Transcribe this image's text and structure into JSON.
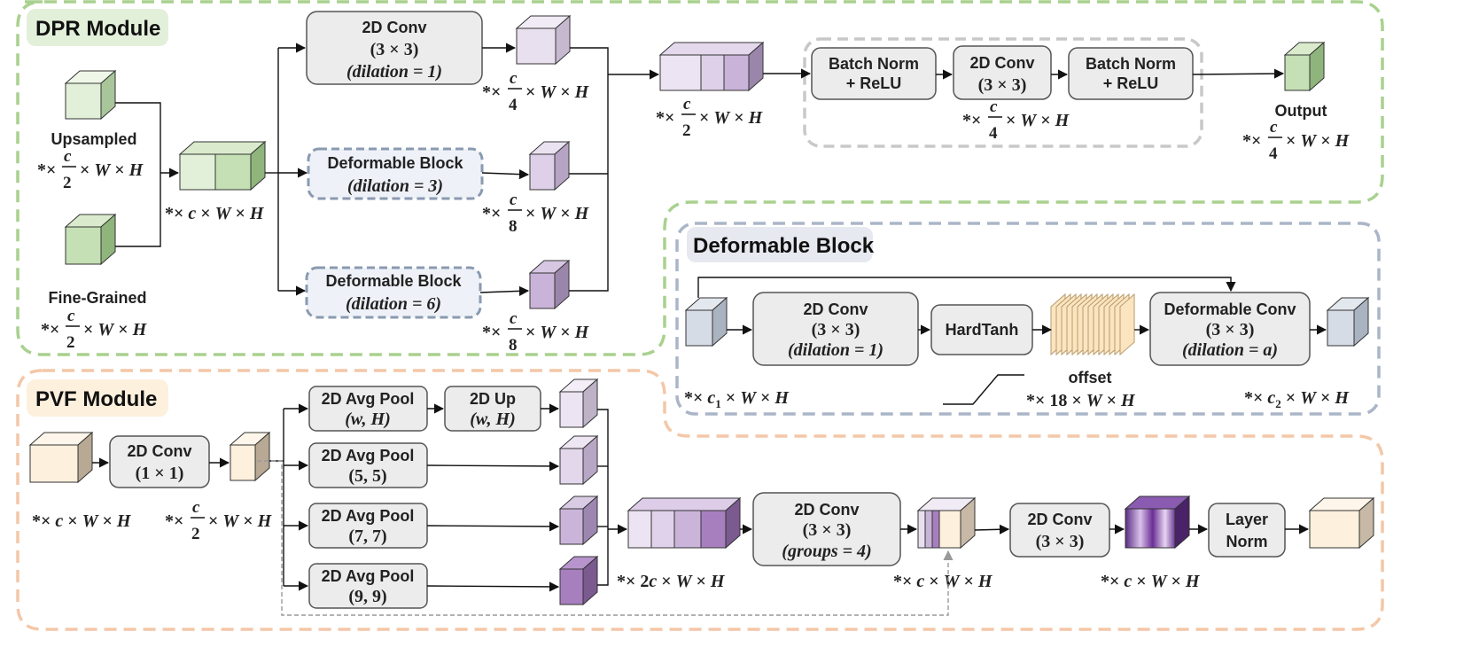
{
  "modules": {
    "dpr": "DPR Module",
    "pvf": "PVF Module",
    "deform": "Deformable Block"
  },
  "dpr": {
    "upsampled": "Upsampled",
    "fine_grained": "Fine-Grained",
    "conv1_title": "2D Conv",
    "conv1_k": "(3 × 3)",
    "conv1_dil": "(dilation = 1)",
    "def3_title": "Deformable Block",
    "def3_dil": "(dilation = 3)",
    "def6_title": "Deformable Block",
    "def6_dil": "(dilation = 6)",
    "bn1": [
      "Batch Norm",
      "+ ReLU"
    ],
    "conv_mid": [
      "2D Conv",
      "(3 × 3)"
    ],
    "bn2": [
      "Batch Norm",
      "+ ReLU"
    ],
    "output": "Output"
  },
  "dblock": {
    "conv_title": "2D Conv",
    "conv_k": "(3 × 3)",
    "conv_dil": "(dilation = 1)",
    "hardtanh": "HardTanh",
    "offset": "offset",
    "dconv_title": "Deformable Conv",
    "dconv_k": "(3 × 3)",
    "dconv_dil": "(dilation = a)"
  },
  "pvf": {
    "conv11": [
      "2D Conv",
      "(1 × 1)"
    ],
    "pool1": [
      "2D Avg Pool",
      "(w, H)"
    ],
    "up1": [
      "2D Up",
      "(w, H)"
    ],
    "pool2": [
      "2D Avg Pool",
      "(5, 5)"
    ],
    "pool3": [
      "2D Avg Pool",
      "(7, 7)"
    ],
    "pool4": [
      "2D Avg Pool",
      "(9, 9)"
    ],
    "gconv": [
      "2D Conv",
      "(3 × 3)",
      "(groups = 4)"
    ],
    "conv33": [
      "2D Conv",
      "(3 × 3)"
    ],
    "lnorm": [
      "Layer",
      "Norm"
    ]
  },
  "colors": {
    "green_border": "#a9d18e",
    "orange_border": "#f4c7a8",
    "blue_border": "#aab5c8",
    "green_light": "#e2f0d9",
    "green_mid": "#c5e0b4",
    "purple_light": "#e8e0ef",
    "purple_mid": "#c9b3d8",
    "purple_dark": "#a77fbf",
    "cream": "#fdf0dd",
    "gray_blue": "#d6dce5"
  }
}
